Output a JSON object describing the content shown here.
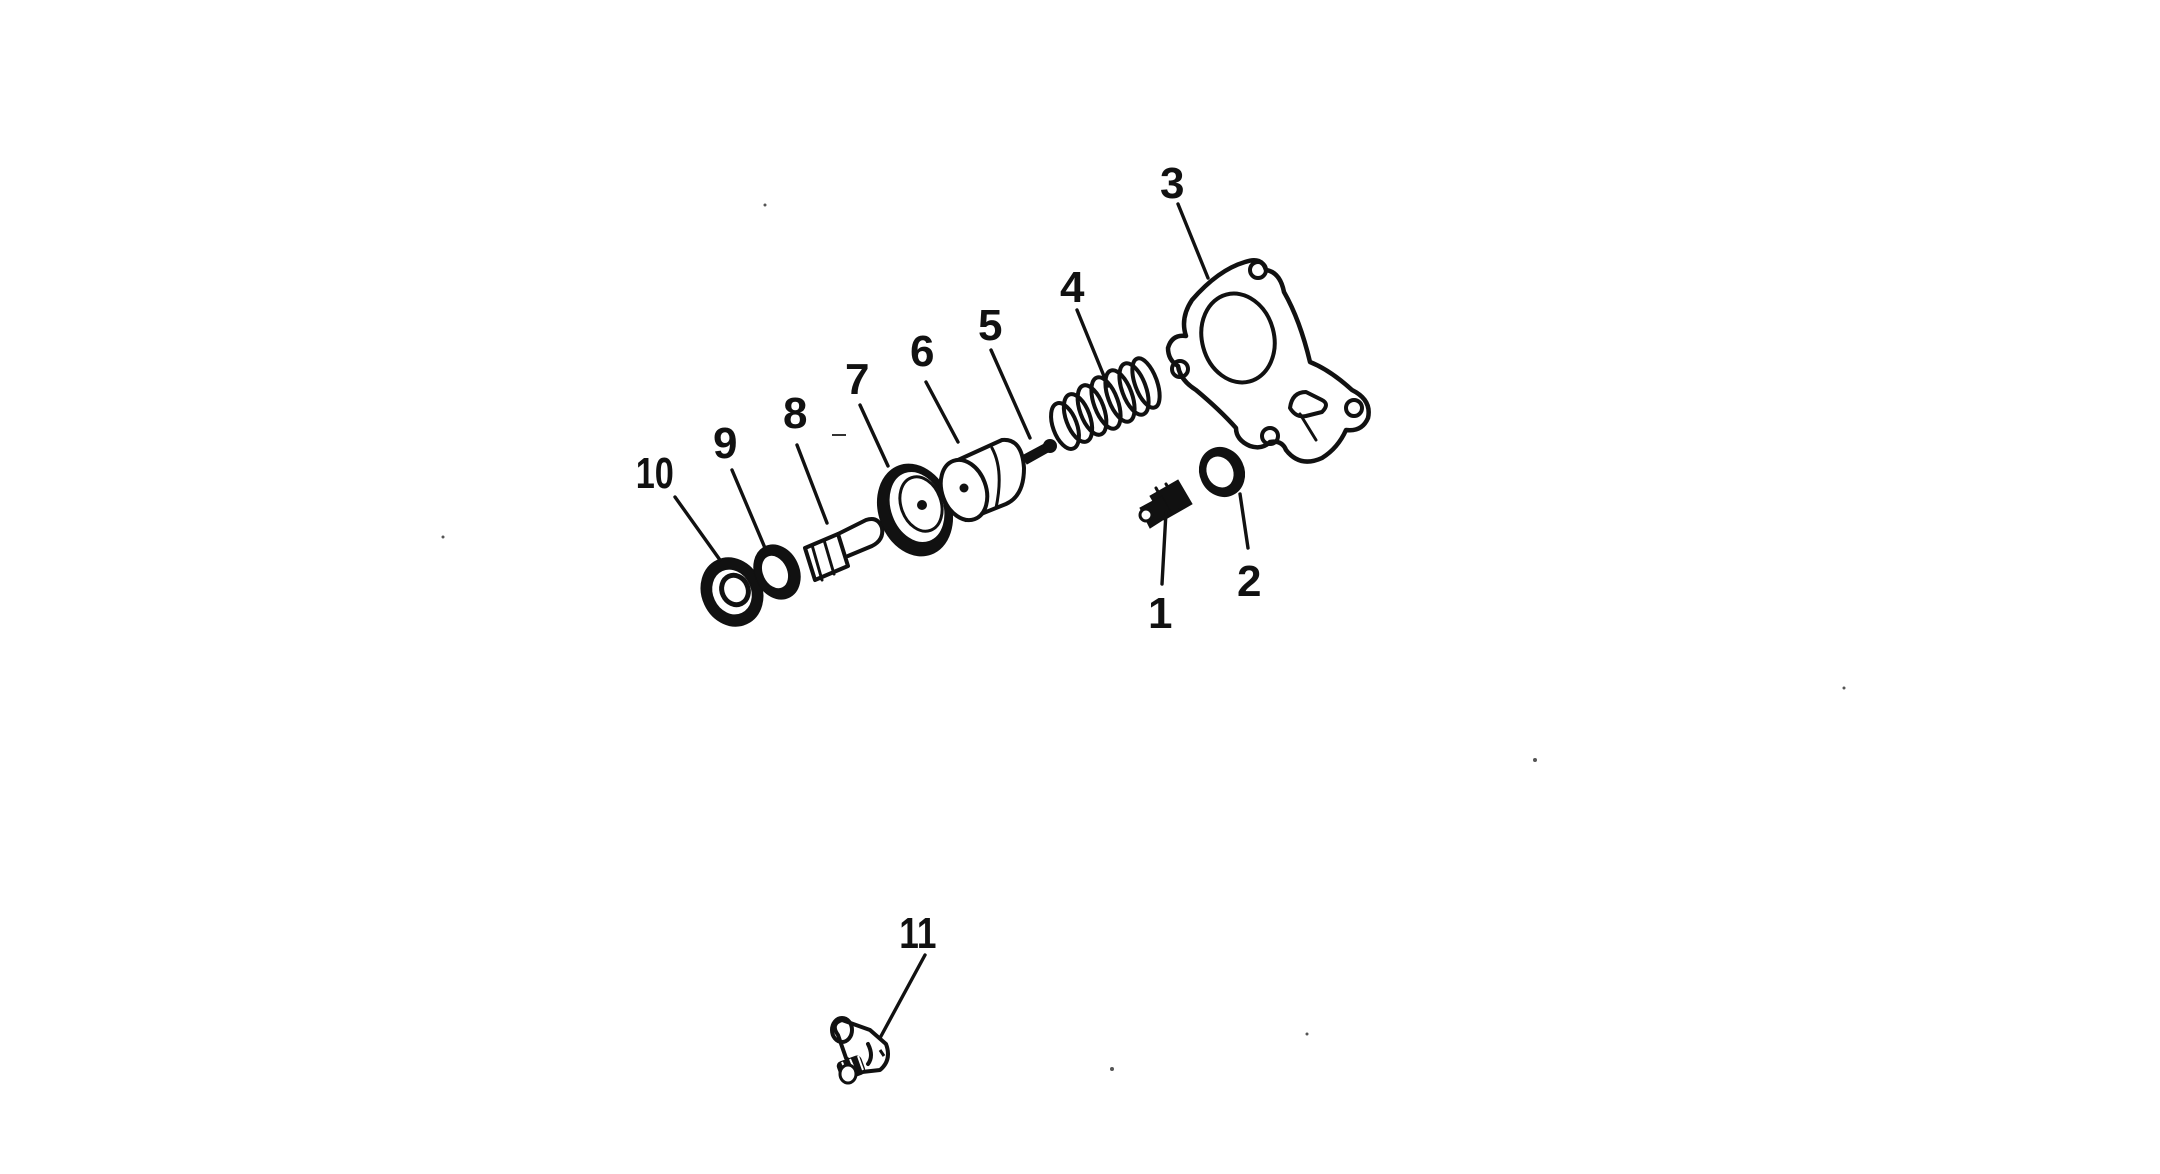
{
  "diagram": {
    "callouts": [
      {
        "id": "1",
        "label": "1",
        "part": "fitting"
      },
      {
        "id": "2",
        "label": "2",
        "part": "washer"
      },
      {
        "id": "3",
        "label": "3",
        "part": "gasket"
      },
      {
        "id": "4",
        "label": "4",
        "part": "spring"
      },
      {
        "id": "5",
        "label": "5",
        "part": "pin"
      },
      {
        "id": "6",
        "label": "6",
        "part": "piston"
      },
      {
        "id": "7",
        "label": "7",
        "part": "cup"
      },
      {
        "id": "8",
        "label": "8",
        "part": "valve"
      },
      {
        "id": "9",
        "label": "9",
        "part": "ring"
      },
      {
        "id": "10",
        "label": "10",
        "part": "seal"
      },
      {
        "id": "11",
        "label": "11",
        "part": "bleeder-screw"
      }
    ]
  }
}
